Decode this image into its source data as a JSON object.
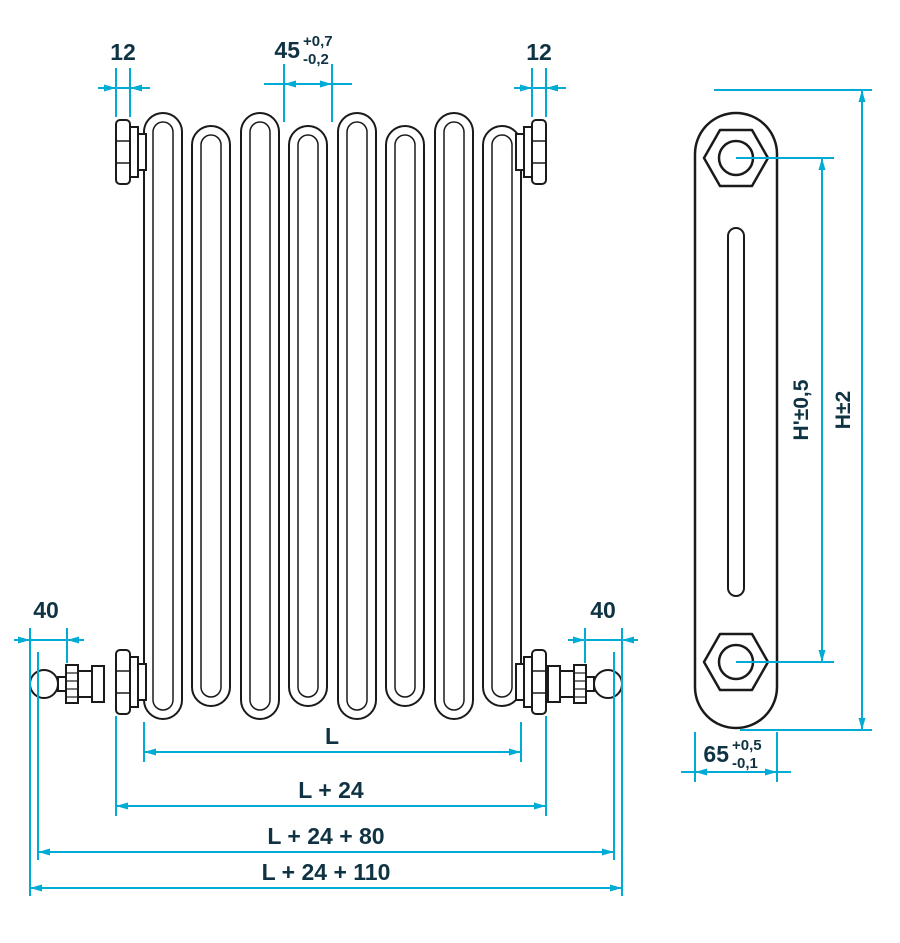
{
  "diagram": {
    "type": "technical-drawing",
    "subject": "tubular-radiator-dimension-drawing",
    "views": [
      "front-view",
      "side-view"
    ],
    "colors": {
      "outline": "#1a1a1a",
      "dimension_line": "#00abd6",
      "label_text": "#0f3342",
      "background": "#ffffff"
    },
    "labels": {
      "plug_width_left": "12",
      "plug_width_right": "12",
      "section_pitch": "45",
      "section_pitch_tol_plus": "+0,7",
      "section_pitch_tol_minus": "-0,2",
      "valve_left": "40",
      "valve_right": "40",
      "length": "L",
      "length_plus_24": "L + 24",
      "length_plus_24_80": "L + 24 + 80",
      "length_plus_24_110": "L + 24 + 110",
      "height_pitch": "H'±0,5",
      "height_overall": "H±2",
      "depth": "65",
      "depth_tol_plus": "+0,5",
      "depth_tol_minus": "-0,1"
    }
  }
}
